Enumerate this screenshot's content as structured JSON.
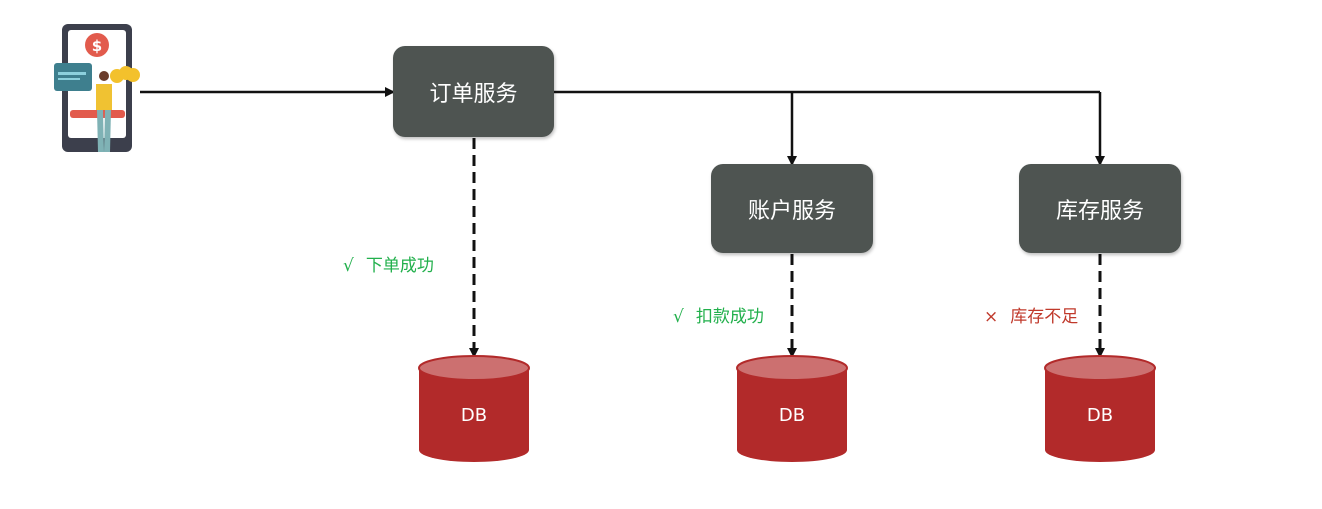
{
  "services": {
    "order": "订单服务",
    "account": "账户服务",
    "inventory": "库存服务"
  },
  "statuses": {
    "order": {
      "mark": "√",
      "text": "下单成功"
    },
    "account": {
      "mark": "√",
      "text": "扣款成功"
    },
    "inventory": {
      "mark": "×",
      "text": "库存不足"
    }
  },
  "databases": {
    "order": "DB",
    "account": "DB",
    "inventory": "DB"
  },
  "colors": {
    "service_box": "#4e5451",
    "db_fill": "#b22a2a",
    "db_top": "#cc7070",
    "success": "#22b04c",
    "failure": "#c0392b",
    "arrow": "#111111"
  },
  "icons": {
    "client": "mobile-payment-icon"
  }
}
